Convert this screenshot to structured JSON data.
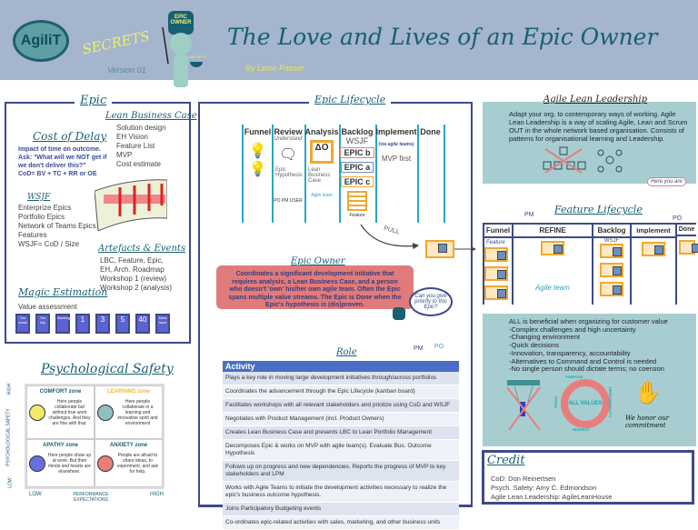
{
  "header": {
    "logo": "AgiliT",
    "secrets": "SECRETS",
    "version": "Version 01",
    "title": "The Love and Lives of an Epic Owner",
    "byline": "By Leise Passer",
    "mascot_hat": "EPIC OWNER",
    "mascot_bowl": "SECRETS"
  },
  "epic": {
    "title": "Epic",
    "lbc": {
      "title": "Lean Business Case",
      "items": [
        "Solution design",
        "EH Vision",
        "Feature List",
        "MVP",
        "Cost estimate"
      ]
    },
    "cod": {
      "title": "Cost of Delay",
      "lines": [
        "Impact of time on outcome.",
        "Ask: \"What will we NOT get if we don't deliver this?\"",
        "CoD= BV + TC + RR or OE"
      ]
    },
    "wsjf": {
      "title": "WSJF",
      "items": [
        "Enterprize Epics",
        "Portfolio Epics",
        "Network of Teams Epics",
        "Features",
        "WSJF= CoD / Size"
      ]
    },
    "artefacts": {
      "title": "Artefacts & Events",
      "items": [
        "LBC, Feature, Epic,",
        "EH, Arch. Roadmap",
        "Workshop 1 (review)",
        "Workshop 2 (analysis)"
      ]
    },
    "magic": {
      "title": "Magic Estimation",
      "subtitle": "Value assessment",
      "cards": [
        "Too small",
        "Too big",
        "Backlog",
        "1",
        "3",
        "5",
        "40",
        "Must have"
      ]
    }
  },
  "lifecycle": {
    "title": "Epic Lifecycle",
    "columns": [
      "Funnel",
      "Review",
      "Analysis",
      "Backlog",
      "Implement",
      "Done"
    ],
    "review_understand": "Understand",
    "review_hyp": "Epic Hypothesis",
    "review_roles": [
      "PO",
      "PM",
      "USER"
    ],
    "analysis_lbc": "Lean Business Case",
    "analysis_team": "Agile team",
    "backlog_wsjf": "WSJF",
    "epics": [
      "EPIC b",
      "EPIC a",
      "EPIC c"
    ],
    "backlog_feature": "Feature",
    "implement_via": "(via agile teams)",
    "implement_mvp": "MVP first",
    "pull": "PULL"
  },
  "owner": {
    "title": "Epic Owner",
    "description": "Coordinates a significant development initiative that requires analysis, a Lean Business Case, and a person who doesn't 'own' his/her own agile team. Often the Epic spans multiple value streams. The Epic is Done when the Epic's hypothesis is (dis)proven.",
    "bubble": "Can you give priority to this Epic?",
    "pm": "PM",
    "po": "PO"
  },
  "role": {
    "title": "Role",
    "header": "Activity",
    "rows": [
      "Plays a key role in moving large development initiatives through/across portfolios",
      "Coordinates the advancement through the Epic Lifecycle (kanban board)",
      "Facilitates workshops with all relevant stakeholders and priotize using CoD and WSJF",
      "Negotiates with Product Management (incl. Product Owners)",
      "Creates Lean Business Case and presents LBC to Lean Portfolio Management",
      "Decomposes Epic & works on MVP with agile team(s). Evaluate Bus. Outcome Hypothesis",
      "Follows up on progress and new dependencies. Reports the progress of MVP to key stakeholders and LPM",
      "Works with Agile Teams to initiate the development activities necessary to realize the epic's business outcome hypothesis.",
      "Joins Participatory Budgeting events",
      "Co-ordinates epic-related activities with sales, marketing, and other business units"
    ]
  },
  "psych": {
    "title": "Psychological Safety",
    "y_high": "HIGH",
    "y_label": "PSYCHOLOGICAL SAFETY",
    "y_low": "LOW",
    "x_low": "LOW",
    "x_label": "PERFORMANCE EXPECTATIONS",
    "x_high": "HIGH",
    "zones": [
      {
        "name": "COMFORT zone",
        "text": "Here people collaborate but without true work challenges. And they are fine with that.",
        "color": "#f3e96a"
      },
      {
        "name": "LEARNING zone",
        "text": "Here people collaborate in a learning and innovative spirit and environment",
        "color": "#8fc0bf"
      },
      {
        "name": "APATHY zone",
        "text": "Here people show up at work. But their minds and hearts are elsewhere.",
        "color": "#6a6fe0"
      },
      {
        "name": "ANXIETY zone",
        "text": "People are afraid to share ideas, to experiment, and ask for help.",
        "color": "#e77d7d"
      }
    ]
  },
  "leadership": {
    "title": "Agile Lean Leadership",
    "text": "Adapt your org. to contemporary ways of working. Agile Lean Leadership is a way of scaling Agile, Lean and Scrum OUT in the whole network based organisation. Consists of patterns for organisational learning and Leadership.",
    "bubble": "Here you are"
  },
  "feature": {
    "title": "Feature Lifecycle",
    "pm": "PM",
    "po": "PO",
    "columns": [
      "Funnel",
      "REFINE",
      "Backlog",
      "Implement",
      "Done"
    ],
    "funnel_label": "Feature",
    "backlog_label": "WSJF",
    "team": "Agile team"
  },
  "all": {
    "lines": [
      "ALL is beneficial when organizing for customer value",
      "-Complex challenges and high uncertainty",
      "-Changing environment",
      "-Quick decisions",
      "-Innovation, transparency, accountability",
      "-Alternatives to Command and Control is needed",
      "-No single person should dictate terms; no coersion"
    ],
    "ring_center": "ALL VALUES",
    "ring_words": [
      "PURPOSE",
      "RESPONSIBILITY",
      "RESPECT",
      "TRUST"
    ],
    "commitment": "We honor our commitment"
  },
  "credit": {
    "title": "Credit",
    "lines": [
      "CoD: Don Reinertsen",
      "Psych. Safety: Amy C. Edmondson",
      "Agile Lean Leadership: AgileLeanHouse"
    ]
  },
  "colors": {
    "header_bg": "#a4b5cd",
    "navy": "#3d4a8a",
    "teal_title": "#175f73",
    "kanban": "#2aa5c8",
    "owner_box": "#e07b7b",
    "activity_header": "#4a6ec5",
    "teal_panel": "#a7cdd0"
  }
}
